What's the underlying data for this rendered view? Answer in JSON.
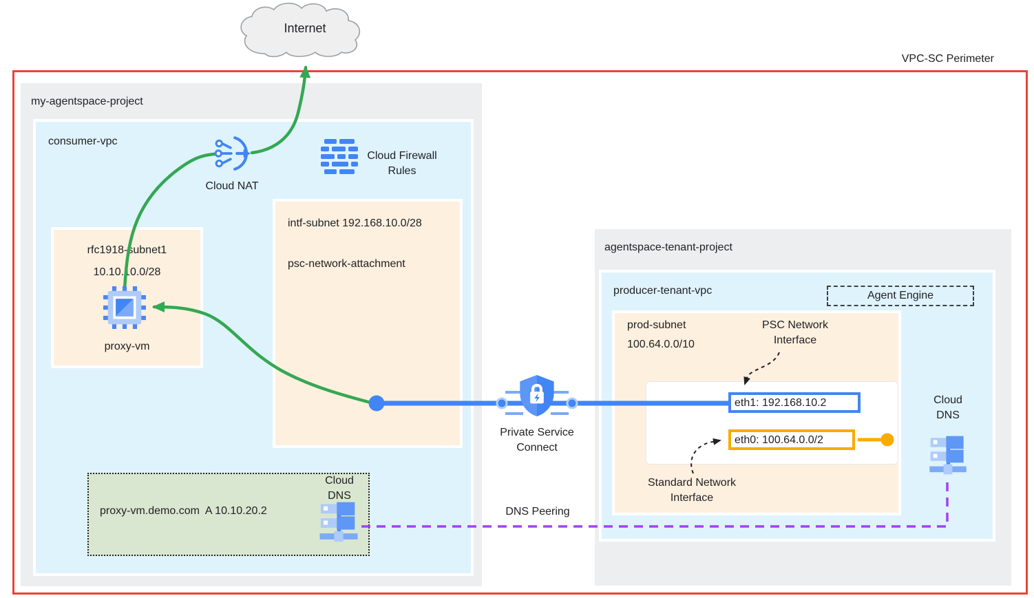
{
  "perimeter": {
    "label": "VPC-SC Perimeter"
  },
  "internet": {
    "label": "Internet"
  },
  "left_project": {
    "title": "my-agentspace-project",
    "vpc_title": "consumer-vpc",
    "cloud_nat_label": "Cloud NAT",
    "firewall_label_line1": "Cloud Firewall",
    "firewall_label_line2": "Rules",
    "intf_subnet_line1": "intf-subnet 192.168.10.0/28",
    "intf_subnet_line2": "psc-network-attachment",
    "rfc_subnet_name": "rfc1918-subnet1",
    "rfc_subnet_cidr": "10.10.10.0/28",
    "proxy_vm_label": "proxy-vm",
    "dns_record": "proxy-vm.demo.com  A 10.10.20.2",
    "dns_label_line1": "Cloud",
    "dns_label_line2": "DNS"
  },
  "psc": {
    "label_line1": "Private Service",
    "label_line2": "Connect"
  },
  "dns_peering_label": "DNS Peering",
  "right_project": {
    "title": "agentspace-tenant-project",
    "vpc_title": "producer-tenant-vpc",
    "agent_engine_label": "Agent Engine",
    "prod_subnet_name": "prod-subnet",
    "prod_subnet_cidr": "100.64.0.0/10",
    "psc_interface_line1": "PSC Network",
    "psc_interface_line2": "Interface",
    "standard_interface_line1": "Standard Network",
    "standard_interface_line2": "Interface",
    "eth1_value": "eth1: 192.168.10.2",
    "eth0_value": "eth0: 100.64.0.0/2",
    "dns_label_line1": "Cloud",
    "dns_label_line2": "DNS"
  },
  "colors": {
    "perimeter_red": "#EA4335",
    "flow_green": "#34A853",
    "psc_blue": "#4285F4",
    "dns_peering_purple": "#A142F4",
    "eth0_amber": "#F9AB00",
    "subnet_orange": "#FEF0DF",
    "vpc_light_blue": "#DFF3FD",
    "project_gray": "#ECEEF0",
    "dns_zone_green": "#D9E7D0"
  }
}
